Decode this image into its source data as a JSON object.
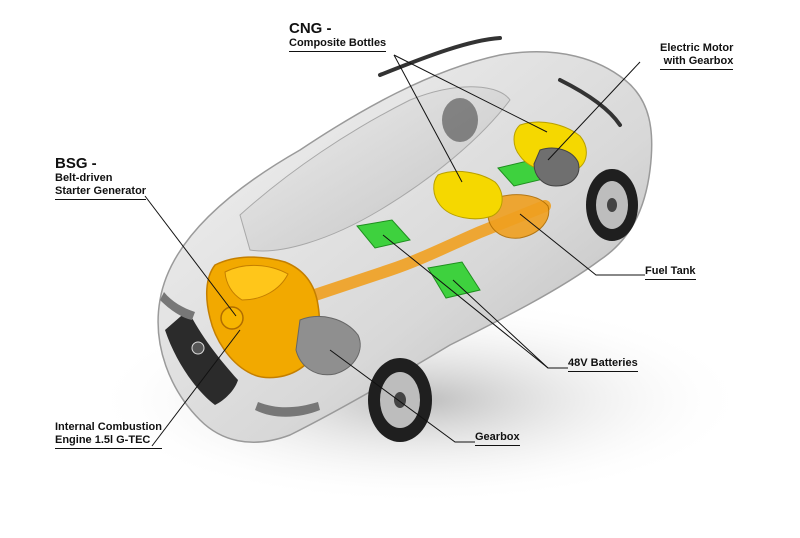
{
  "callouts": {
    "cng": {
      "heading": "CNG -",
      "text": "Composite Bottles"
    },
    "electric_motor": {
      "line1": "Electric Motor",
      "line2": "with Gearbox"
    },
    "bsg": {
      "heading": "BSG -",
      "line1": "Belt-driven",
      "line2": "Starter Generator"
    },
    "fuel_tank": {
      "text": "Fuel Tank"
    },
    "batteries": {
      "text": "48V Batteries"
    },
    "ice": {
      "line1": "Internal Combustion",
      "line2": "Engine 1.5l G-TEC"
    },
    "gearbox": {
      "text": "Gearbox"
    }
  },
  "colors": {
    "engine": "#f2a900",
    "cng_bottles": "#f5d800",
    "batteries": "#3ed13e",
    "exhaust": "#f0a020",
    "car_body": "#d9d9d9"
  }
}
